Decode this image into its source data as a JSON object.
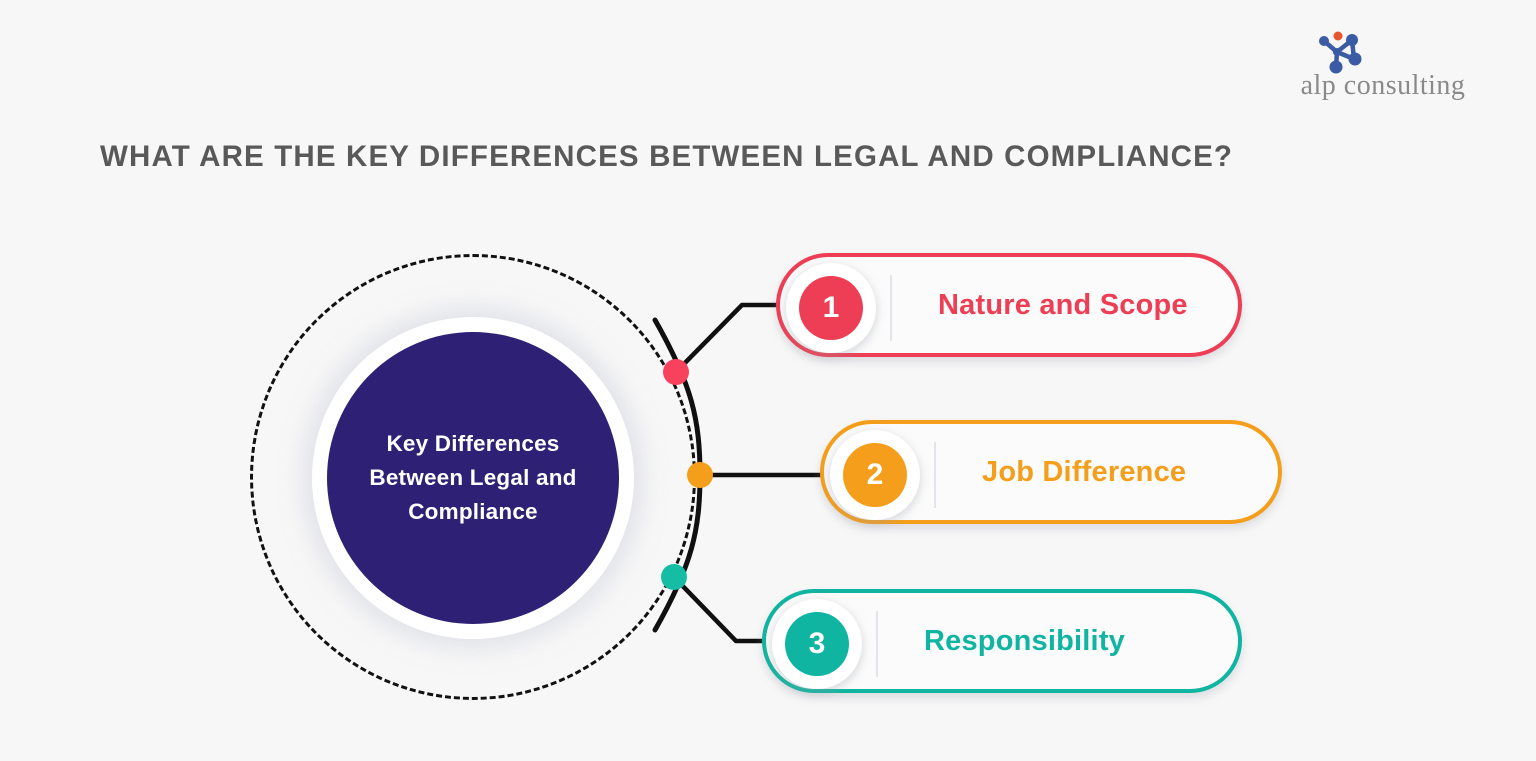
{
  "background_color": "#f7f7f7",
  "logo": {
    "mark_name": "molecule-icon",
    "text": "alp consulting",
    "mark_color": "#3b5ba5",
    "accent_color": "#e8552f",
    "text_color": "#8a8a8a"
  },
  "header": {
    "title": "WHAT ARE THE KEY DIFFERENCES BETWEEN LEGAL AND COMPLIANCE?",
    "title_color": "#595959"
  },
  "hub": {
    "label": "Key Differences\nBetween Legal and\nCompliance",
    "fill_color": "#2e2175",
    "text_color": "#ffffff",
    "ring_style": "dashed",
    "ring_color": "#111111"
  },
  "items": [
    {
      "number": "1",
      "label": "Nature and Scope",
      "color": "#ee3e55",
      "node_color": "#f8415c",
      "connector": "elbow-up"
    },
    {
      "number": "2",
      "label": "Job Difference",
      "color": "#f59e1b",
      "node_color": "#f59e1b",
      "connector": "straight"
    },
    {
      "number": "3",
      "label": "Responsibility",
      "color": "#10b5a1",
      "node_color": "#15bda4",
      "connector": "elbow-down"
    }
  ]
}
